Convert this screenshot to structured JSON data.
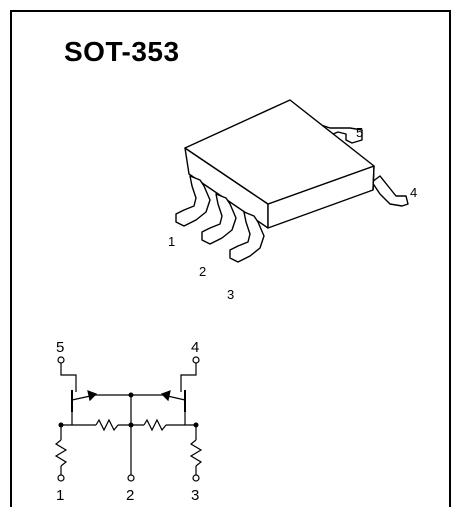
{
  "package": {
    "title": "SOT-353"
  },
  "package_pins": [
    "1",
    "2",
    "3",
    "4",
    "5"
  ],
  "schematic_pins": {
    "top": [
      "5",
      "4"
    ],
    "bottom": [
      "1",
      "2",
      "3"
    ]
  }
}
